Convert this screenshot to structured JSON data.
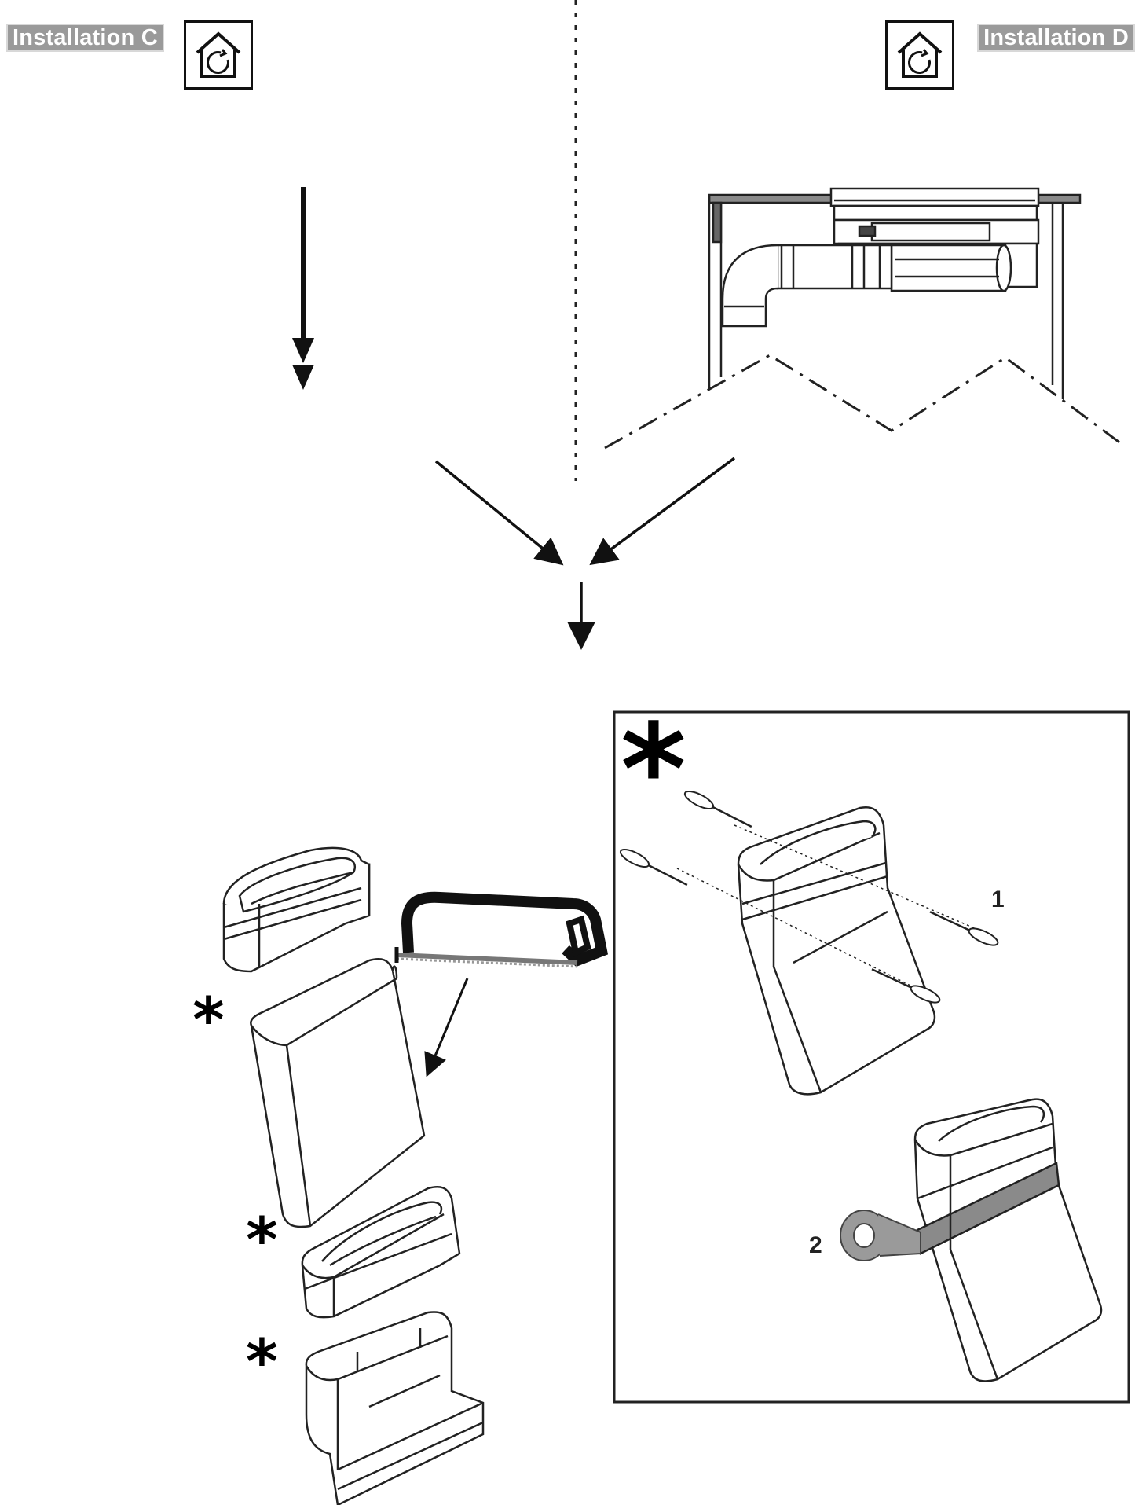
{
  "header": {
    "installation_c_label": "Installation C",
    "installation_d_label": "Installation D"
  },
  "icons": {
    "home_c": "recirculation-house-icon",
    "home_d": "recirculation-house-icon"
  },
  "markers": {
    "asterisk_symbol": "*",
    "step_1": "1",
    "step_2": "2"
  },
  "colors": {
    "label_background": "#9a9a9a",
    "label_text": "#ffffff",
    "line": "#111111",
    "tape": "#8a8a8a"
  }
}
